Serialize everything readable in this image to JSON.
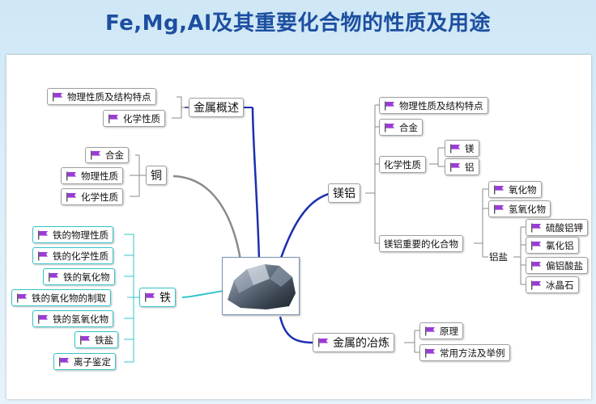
{
  "title": "Fe,Mg,Al及其重要化合物的性质及用途",
  "colors": {
    "title": "#1d4fa0",
    "metal_branch": "#1c2fb0",
    "copper_branch": "#8a8a8a",
    "iron_branch": "#35c4c9",
    "flag": "#9b3bd6"
  },
  "center": {
    "image": "iron-ore-rock-image"
  },
  "metal_overview": {
    "label": "金属概述",
    "children": [
      "物理性质及结构特点",
      "化学性质"
    ]
  },
  "copper": {
    "label": "铜",
    "children": [
      "合金",
      "物理性质",
      "化学性质"
    ]
  },
  "iron": {
    "label": "铁",
    "children": [
      "铁的物理性质",
      "铁的化学性质",
      "铁的氧化物",
      "铁的氧化物的制取",
      "铁的氢氧化物",
      "铁盐",
      "离子鉴定"
    ]
  },
  "mg_al": {
    "label": "镁铝",
    "physical": "物理性质及结构特点",
    "alloy": "合金",
    "chem": {
      "label": "化学性质",
      "children": [
        "镁",
        "铝"
      ]
    },
    "compounds": {
      "label": "镁铝重要的化合物",
      "children": [
        "氧化物",
        "氢氧化物"
      ],
      "salts": {
        "label": "铝盐",
        "children": [
          "硫酸铝钾",
          "氯化铝",
          "偏铝酸盐",
          "冰晶石"
        ]
      }
    }
  },
  "smelting": {
    "label": "金属的冶炼",
    "children": [
      "原理",
      "常用方法及举例"
    ]
  }
}
